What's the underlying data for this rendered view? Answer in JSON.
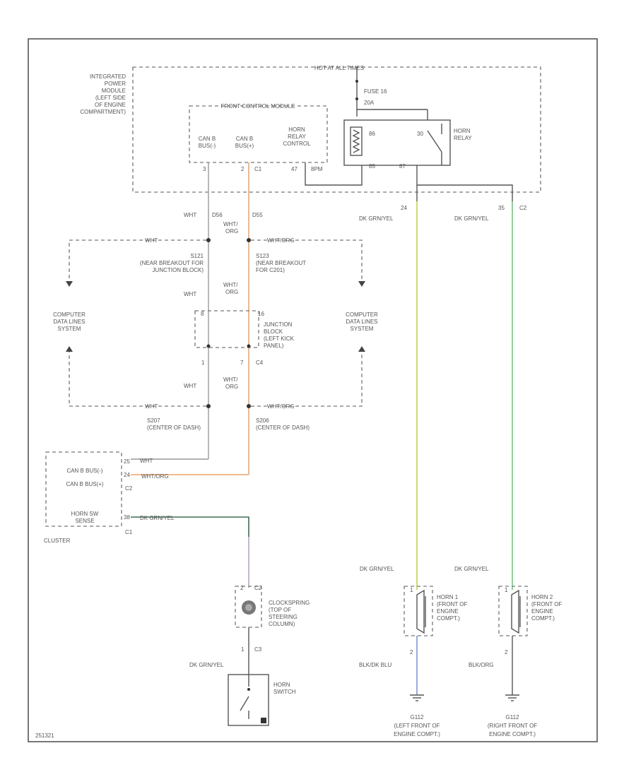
{
  "labels": {
    "hot_at_all_times": "HOT AT ALL TIMES",
    "ipm": [
      "INTEGRATED",
      "POWER",
      "MODULE",
      "(LEFT SIDE",
      "OF ENGINE",
      "COMPARTMENT)"
    ],
    "fcm": "FRONT CONTROL MODULE",
    "can_b_bus_minus": [
      "CAN B",
      "BUS(-)"
    ],
    "can_b_bus_plus": [
      "CAN B",
      "BUS(+)"
    ],
    "horn_relay_control": [
      "HORN",
      "RELAY",
      "CONTROL"
    ],
    "pin_3": "3",
    "pin_2": "2",
    "c1_top": "C1",
    "pin_47": "47",
    "c_8pm": "8PM",
    "fuse": [
      "FUSE 16",
      "20A"
    ],
    "relay_30": "30",
    "relay_86": "86",
    "relay_87": "87",
    "relay_85": "85",
    "horn_relay": [
      "HORN",
      "RELAY"
    ],
    "pin_24": "24",
    "pin_35": "35",
    "c2_right": "C2",
    "dk_grn_yel": "DK GRN/YEL",
    "wht": "WHT",
    "d56": "D56",
    "d55": "D55",
    "wht_org": [
      "WHT/",
      "ORG"
    ],
    "wht_dash": "WHT",
    "wht_org_dash": "WHT/ORG",
    "s121": [
      "S121",
      "(NEAR BREAKOUT FOR",
      "JUNCTION BLOCK)"
    ],
    "s123": [
      "S123",
      "(NEAR BREAKOUT",
      "FOR C201)"
    ],
    "cdls_left": [
      "COMPUTER",
      "DATA LINES",
      "SYSTEM"
    ],
    "cdls_right": [
      "COMPUTER",
      "DATA LINES",
      "SYSTEM"
    ],
    "jb_pin_8": "8",
    "jb_pin_7": "7",
    "c4": "C4",
    "jb_pin_16": "16",
    "junction_block": [
      "JUNCTION",
      "BLOCK",
      "(LEFT KICK",
      "PANEL)"
    ],
    "s207": [
      "S207",
      "(CENTER OF DASH)"
    ],
    "s206": [
      "S206",
      "(CENTER OF DASH)"
    ],
    "can_b_bus_minus_cl": "CAN B BUS(-)",
    "can_b_bus_plus_cl": "CAN B BUS(+)",
    "horn_sw_sense": [
      "HORN SW",
      "SENSE"
    ],
    "pin_25": "25",
    "pin_24_cl": "24",
    "pin_38": "38",
    "c2_cl": "C2",
    "c1_cl": "C1",
    "cluster": "CLUSTER",
    "wire_wht_org_cl": "WHT/ORG",
    "wire_dk_grn_cl": "DK GRN/YEL",
    "wire_wht_cl": "WHT",
    "clockspring": [
      "CLOCKSPRING",
      "(TOP OF",
      "STEERING",
      "COLUMN)"
    ],
    "c2_cs": "C2",
    "c3_cs": "C3",
    "pin_1_cs": "1",
    "pin_2_cs": "2",
    "dk_grn_yel_sw": "DK GRN/YEL",
    "horn_switch": [
      "HORN",
      "SWITCH"
    ],
    "horn1": [
      "HORN 1",
      "(FRONT OF",
      "ENGINE",
      "COMPT.)"
    ],
    "horn2": [
      "HORN 2",
      "(FRONT OF",
      "ENGINE",
      "COMPT.)"
    ],
    "pin_1_h1": "1",
    "pin_2_h1": "2",
    "pin_1_h2": "1",
    "pin_2_h2": "2",
    "blk_dk_blu": "BLK/DK BLU",
    "blk_org": "BLK/ORG",
    "g112_left": [
      "G112",
      "(LEFT FRONT OF",
      "ENGINE COMPT.)"
    ],
    "g112_right": [
      "G112",
      "(RIGHT FRONT OF",
      "ENGINE COMPT.)"
    ],
    "figure_id": "251321"
  },
  "colors": {
    "wire_wht_org": "#f2b98a",
    "wire_yellow_green": "#c8e06b",
    "wire_green": "#7fdc8a",
    "wire_purple": "#b9a3cf",
    "wire_blue": "#8fa0e0",
    "wire_grey": "#999999",
    "wire_dark_green": "#3c6e50"
  }
}
